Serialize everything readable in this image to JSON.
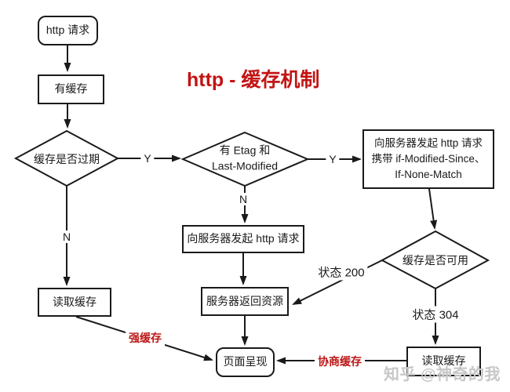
{
  "title": {
    "text": "http - 缓存机制"
  },
  "nodes": {
    "start": "http 请求",
    "has_cache": "有缓存",
    "cache_expired": "缓存是否过期",
    "etag_line1": "有 Etag 和",
    "etag_line2": "Last-Modified",
    "request_headers_line1": "向服务器发起 http 请求",
    "request_headers_line2": "携带 if-Modified-Since、",
    "request_headers_line3": "If-None-Match",
    "cache_available": "缓存是否可用",
    "request_http": "向服务器发起 http 请求",
    "server_return": "服务器返回资源",
    "read_cache_left": "读取缓存",
    "page_render": "页面呈现",
    "read_cache_right": "读取缓存"
  },
  "edge_labels": {
    "expired_yes": "Y",
    "expired_no": "N",
    "etag_yes": "Y",
    "etag_no": "N",
    "status_200": "状态 200",
    "status_304": "状态 304",
    "strong_cache": "强缓存",
    "negotiate_cache": "协商缓存"
  },
  "watermark": "知乎 @神奇的我",
  "colors": {
    "accent_red": "#c31414",
    "line": "#1a1a1a",
    "watermark_gray": "#c7c7c7"
  }
}
